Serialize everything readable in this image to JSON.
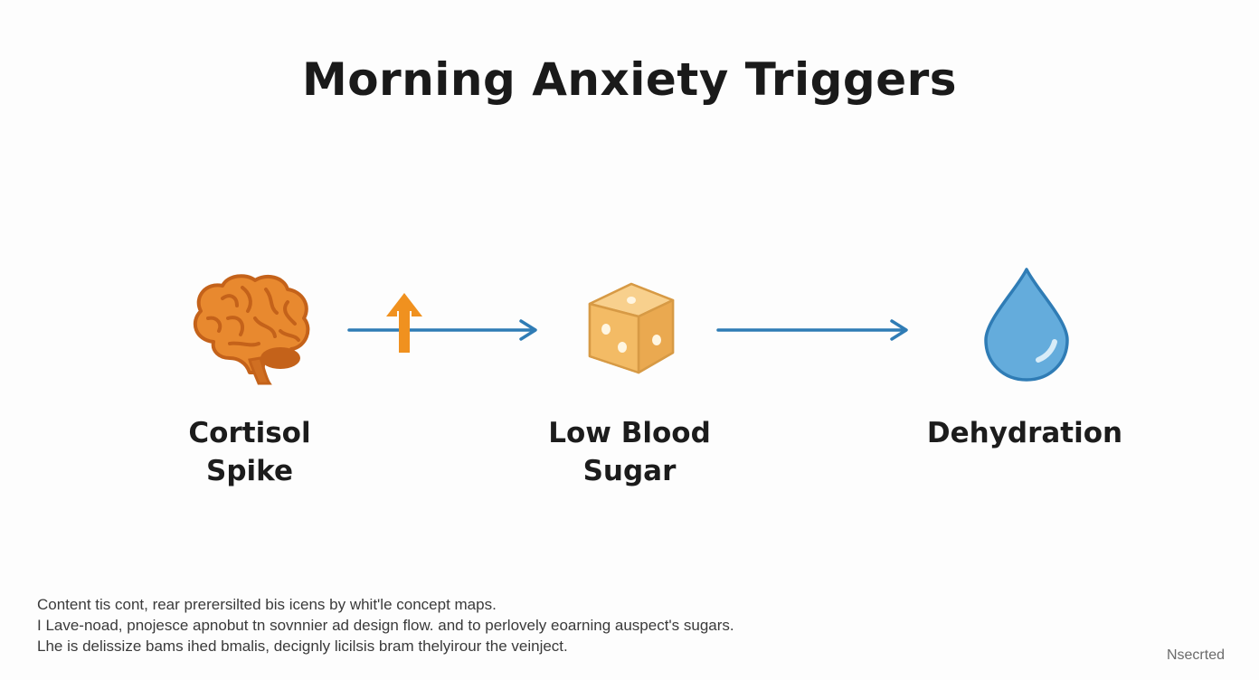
{
  "diagram": {
    "title": "Morning Anxiety Triggers",
    "nodes": [
      {
        "id": "cortisol",
        "label": "Cortisol\nSpike",
        "icon": "brain-icon",
        "color": "#e0812a"
      },
      {
        "id": "sugar",
        "label": "Low Blood\nSugar",
        "icon": "sugar-cube-icon",
        "color": "#f2b861"
      },
      {
        "id": "dehydration",
        "label": "Dehydration",
        "icon": "water-drop-icon",
        "color": "#62a9db"
      }
    ],
    "edges": [
      {
        "from": "cortisol",
        "to": "sugar",
        "marker": "up-arrow-icon"
      },
      {
        "from": "sugar",
        "to": "dehydration"
      }
    ],
    "colors": {
      "arrow": "#2f7cb5",
      "up_arrow": "#f0911f",
      "brain": "#e0812a",
      "brain_outline": "#c4621a",
      "cube_light": "#f6c77a",
      "cube_dark": "#e9a94f",
      "drop": "#62a9db",
      "drop_outline": "#2f7cb5"
    }
  },
  "footnote": {
    "lines": [
      "Content tis cont, rear prerersilted bis icens by whit'le concept maps.",
      "I Lave-noad, pnojesce apnobut tn sovnnier ad design flow. and to perlovely eoarning auspect's sugars.",
      "Lhe is delissize bams ihed bmalis, decignly licilsis bram thelyirour the veinject."
    ]
  },
  "corner_mark": "Nsecrted"
}
